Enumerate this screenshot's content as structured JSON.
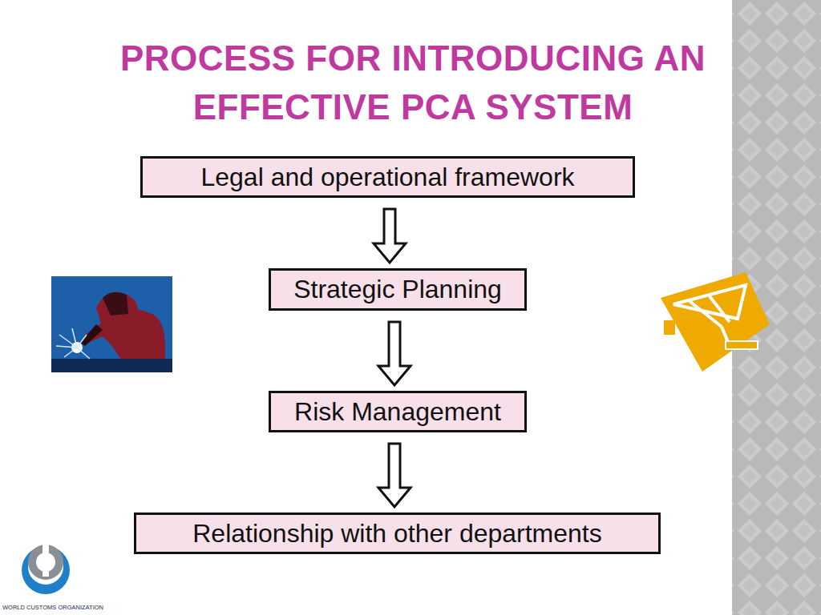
{
  "diagram": {
    "title": "PROCESS FOR INTRODUCING AN EFFECTIVE PCA SYSTEM",
    "nodes": [
      {
        "text": [
          "Legal and operational framework"
        ]
      },
      {
        "text": [
          "Strategic Planning"
        ]
      },
      {
        "text": [
          "Risk Management"
        ]
      },
      {
        "text": [
          "Relationship with other departments"
        ]
      }
    ],
    "edges": [
      {
        "from": 0,
        "to": 1,
        "arrow": "to"
      },
      {
        "from": 1,
        "to": 2,
        "arrow": "to"
      },
      {
        "from": 2,
        "to": 3,
        "arrow": "to"
      }
    ],
    "labels": [
      "WORLD CUSTOMS ORGANIZATION"
    ]
  }
}
